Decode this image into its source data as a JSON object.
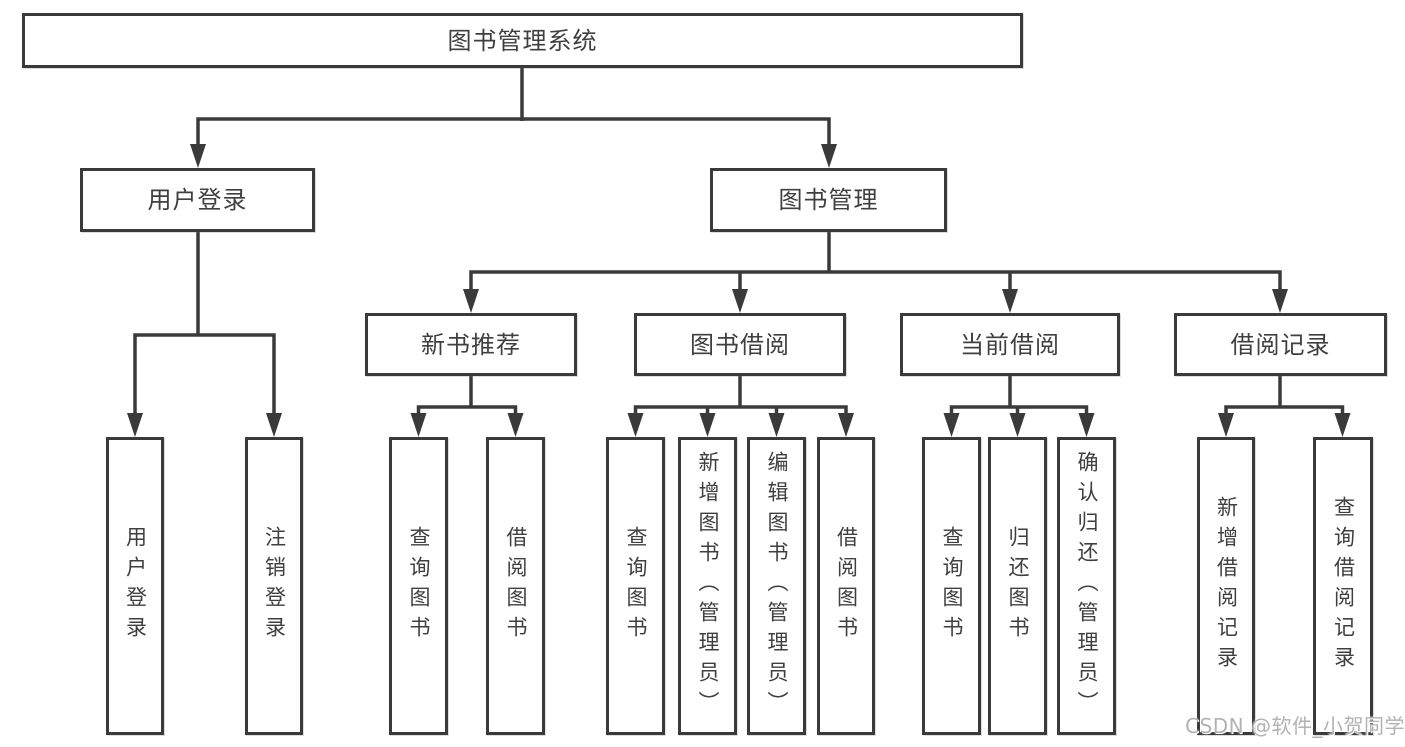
{
  "colors": {
    "background": "#ffffff",
    "line": "#3a3a3a",
    "box_border": "#3a3a3a",
    "text": "#3f3f3f",
    "watermark": "#b2b2b2"
  },
  "watermark": {
    "text": "CSDN @软件_小贺同学"
  },
  "diagram": {
    "type": "hierarchy-tree",
    "root": {
      "label": "图书管理系统"
    },
    "branches": [
      {
        "label": "用户登录",
        "children": [
          {
            "label": "用户登录"
          },
          {
            "label": "注销登录"
          }
        ]
      },
      {
        "label": "图书管理",
        "children": [
          {
            "label": "新书推荐",
            "children": [
              {
                "label": "查询图书"
              },
              {
                "label": "借阅图书"
              }
            ]
          },
          {
            "label": "图书借阅",
            "children": [
              {
                "label": "查询图书"
              },
              {
                "label": "新增图书（管理员）"
              },
              {
                "label": "编辑图书（管理员）"
              },
              {
                "label": "借阅图书"
              }
            ]
          },
          {
            "label": "当前借阅",
            "children": [
              {
                "label": "查询图书"
              },
              {
                "label": "归还图书"
              },
              {
                "label": "确认归还（管理员）"
              }
            ]
          },
          {
            "label": "借阅记录",
            "children": [
              {
                "label": "新增借阅记录"
              },
              {
                "label": "查询借阅记录"
              }
            ]
          }
        ]
      }
    ]
  }
}
